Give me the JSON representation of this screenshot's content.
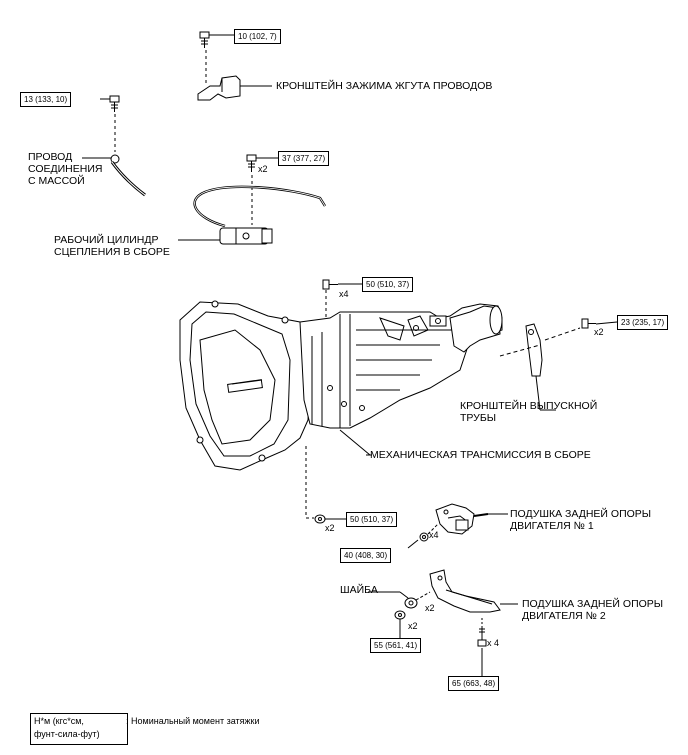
{
  "torque_specs": {
    "t1": "10 (102, 7)",
    "t2": "13 (133, 10)",
    "t3": "37 (377, 27)",
    "t4": "50 (510, 37)",
    "t5": "23 (235, 17)",
    "t6": "50 (510, 37)",
    "t7": "40 (408, 30)",
    "t8": "55 (561, 41)",
    "t9": "65 (663, 48)"
  },
  "multipliers": {
    "m_t3": "x2",
    "m_t4": "x4",
    "m_t5": "x2",
    "m_t6": "x2",
    "m_t7": "x4",
    "m_washer": "x2",
    "m_t8": "x2",
    "m_t9": "x 4"
  },
  "labels": {
    "harness_bracket": "КРОНШТЕЙН ЗАЖИМА ЖГУТА ПРОВОДОВ",
    "ground_wire": [
      "ПРОВОД",
      "СОЕДИНЕНИЯ",
      "С МАССОЙ"
    ],
    "clutch_cylinder": [
      "РАБОЧИЙ ЦИЛИНДР",
      "СЦЕПЛЕНИЯ В СБОРЕ"
    ],
    "exhaust_bracket": [
      "КРОНШТЕЙН ВЫПУСКНОЙ",
      "ТРУБЫ"
    ],
    "transmission": "МЕХАНИЧЕСКАЯ ТРАНСМИССИЯ В СБОРЕ",
    "mount_1": [
      "ПОДУШКА ЗАДНЕЙ ОПОРЫ",
      "ДВИГАТЕЛЯ № 1"
    ],
    "washer": "ШАЙБА",
    "mount_2": [
      "ПОДУШКА ЗАДНЕЙ ОПОРЫ",
      "ДВИГАТЕЛЯ № 2"
    ]
  },
  "legend": {
    "unit_line1": "Н*м (кгс*см,",
    "unit_line2": "фунт-сила-фут)",
    "description": ": Номинальный момент затяжки"
  }
}
